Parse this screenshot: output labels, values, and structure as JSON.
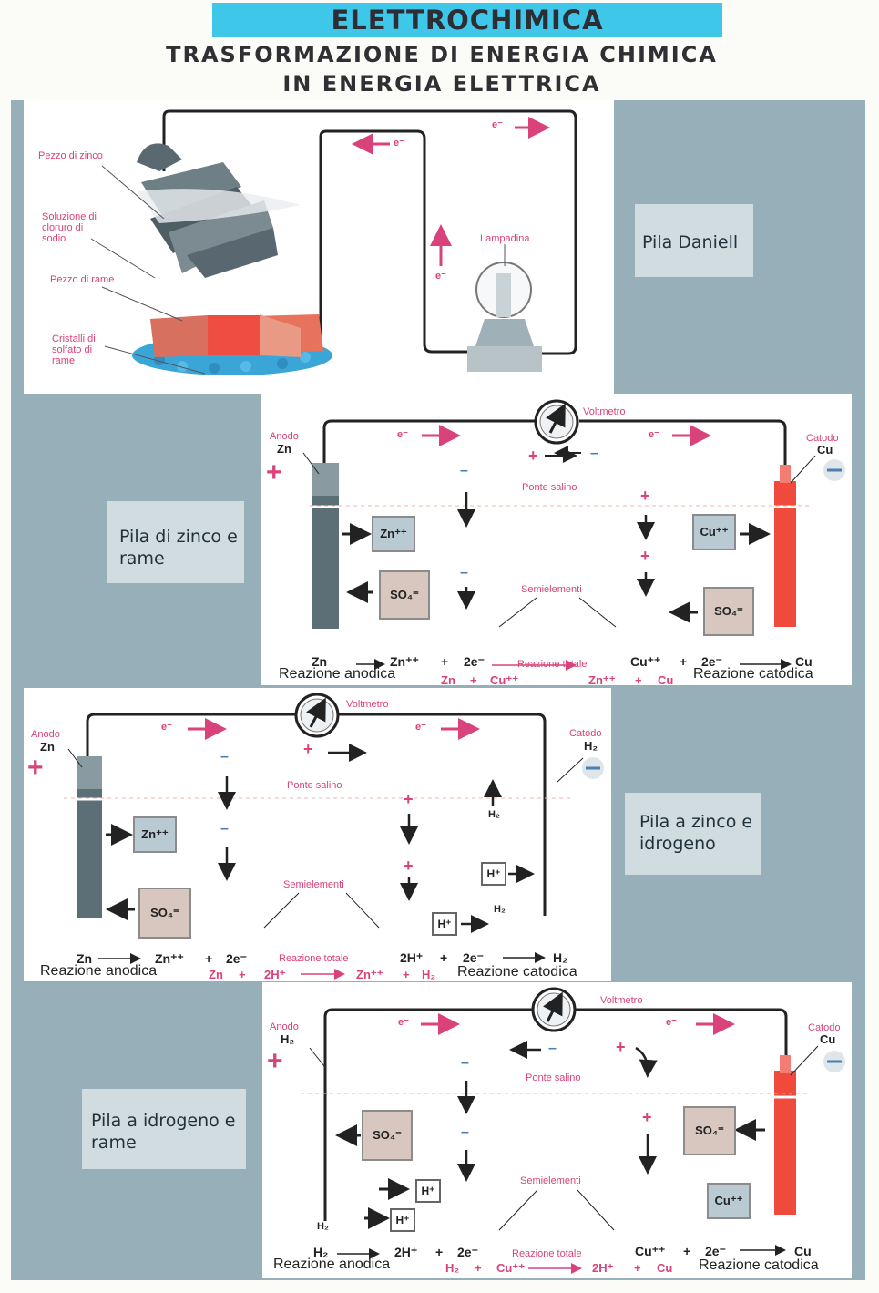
{
  "header": {
    "title": "ELETTROCHIMICA",
    "subtitle_line1": "TRASFORMAZIONE DI ENERGIA CHIMICA",
    "subtitle_line2": "IN ENERGIA ELETTRICA"
  },
  "colors": {
    "title_bar": "#3fc7ea",
    "background": "#97afb9",
    "electron_pink": "#d9427a",
    "zinc": "#5c6f77",
    "copper": "#ef4a3c"
  },
  "section1": {
    "label": "Pila Daniell",
    "zinc": "Pezzo di zinco",
    "solution": "Soluzione di cloruro di sodio",
    "copper": "Pezzo di rame",
    "crystals": "Cristalli di solfato di rame",
    "lamp": "Lampadina",
    "electron": "e⁻"
  },
  "section2": {
    "label": "Pila di zinco e rame",
    "anode_title": "Anodo",
    "anode": "Zn",
    "cathode_title": "Catodo",
    "cathode": "Cu",
    "voltmeter": "Voltmetro",
    "electron": "e⁻",
    "bridge": "Ponte salino",
    "half": "Semielementi",
    "ion_zn": "Zn⁺⁺",
    "ion_so4_l": "SO₄⁼",
    "ion_cu": "Cu⁺⁺",
    "ion_so4_r": "SO₄⁼",
    "plus": "+",
    "minus": "–",
    "an_zn": "Zn",
    "an_zn2": "Zn⁺⁺",
    "an_plus": "+",
    "an_2e": "2e⁻",
    "an_name": "Reazione anodica",
    "cat_cu2": "Cu⁺⁺",
    "cat_plus": "+",
    "cat_2e": "2e⁻",
    "cat_cu": "Cu",
    "cat_name": "Reazione catodica",
    "total_name": "Reazione totale",
    "tot_zn": "Zn",
    "tot_p1": "+",
    "tot_cu2": "Cu⁺⁺",
    "tot_zn2": "Zn⁺⁺",
    "tot_p2": "+",
    "tot_cu": "Cu"
  },
  "section3": {
    "label": "Pila a zinco e idrogeno",
    "anode_title": "Anodo",
    "anode": "Zn",
    "cathode_title": "Catodo",
    "cathode": "H₂",
    "voltmeter": "Voltmetro",
    "electron": "e⁻",
    "bridge": "Ponte salino",
    "half": "Semielementi",
    "ion_zn": "Zn⁺⁺",
    "ion_so4": "SO₄⁼",
    "ion_h1": "H⁺",
    "ion_h2": "H⁺",
    "h2_a": "H₂",
    "h2_b": "H₂",
    "plus": "+",
    "minus": "–",
    "an_zn": "Zn",
    "an_zn2": "Zn⁺⁺",
    "an_plus": "+",
    "an_2e": "2e⁻",
    "an_name": "Reazione anodica",
    "cat_2h": "2H⁺",
    "cat_plus": "+",
    "cat_2e": "2e⁻",
    "cat_h2": "H₂",
    "cat_name": "Reazione catodica",
    "total_name": "Reazione totale",
    "tot_zn": "Zn",
    "tot_p1": "+",
    "tot_2h": "2H⁺",
    "tot_zn2": "Zn⁺⁺",
    "tot_p2": "+",
    "tot_h2": "H₂"
  },
  "section4": {
    "label": "Pila a idrogeno e rame",
    "anode_title": "Anodo",
    "anode": "H₂",
    "cathode_title": "Catodo",
    "cathode": "Cu",
    "voltmeter": "Voltmetro",
    "electron": "e⁻",
    "bridge": "Ponte salino",
    "half": "Semielementi",
    "ion_so4_l": "SO₄⁼",
    "ion_h1": "H⁺",
    "ion_h2": "H⁺",
    "ion_so4_r": "SO₄⁼",
    "ion_cu": "Cu⁺⁺",
    "h2_low": "H₂",
    "plus": "+",
    "minus": "–",
    "an_h2": "H₂",
    "an_2h": "2H⁺",
    "an_plus": "+",
    "an_2e": "2e⁻",
    "an_name": "Reazione anodica",
    "cat_cu2": "Cu⁺⁺",
    "cat_plus": "+",
    "cat_2e": "2e⁻",
    "cat_cu": "Cu",
    "cat_name": "Reazione catodica",
    "total_name": "Reazione totale",
    "tot_h2": "H₂",
    "tot_p1": "+",
    "tot_cu2": "Cu⁺⁺",
    "tot_2h": "2H⁺",
    "tot_p2": "+",
    "tot_cu": "Cu"
  }
}
